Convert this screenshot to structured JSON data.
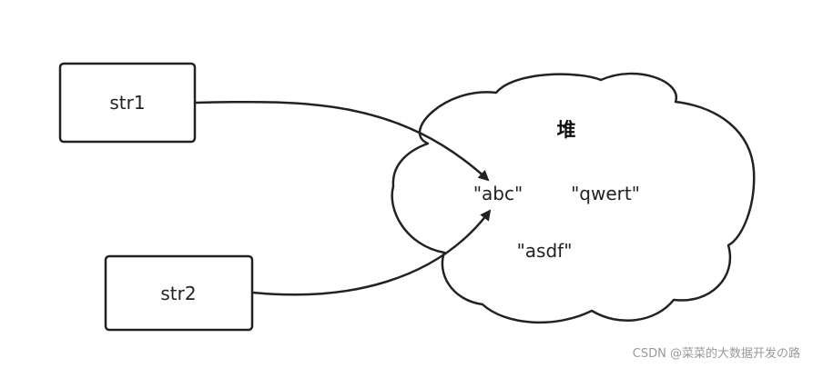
{
  "boxes": {
    "str1": "str1",
    "str2": "str2"
  },
  "heap": {
    "title": "堆",
    "strings": [
      "\"abc\"",
      "\"qwert\"",
      "\"asdf\""
    ]
  },
  "watermark": "CSDN @菜菜的大数据开发の路",
  "colors": {
    "stroke": "#222222",
    "text": "#222222",
    "watermark": "#999999"
  }
}
